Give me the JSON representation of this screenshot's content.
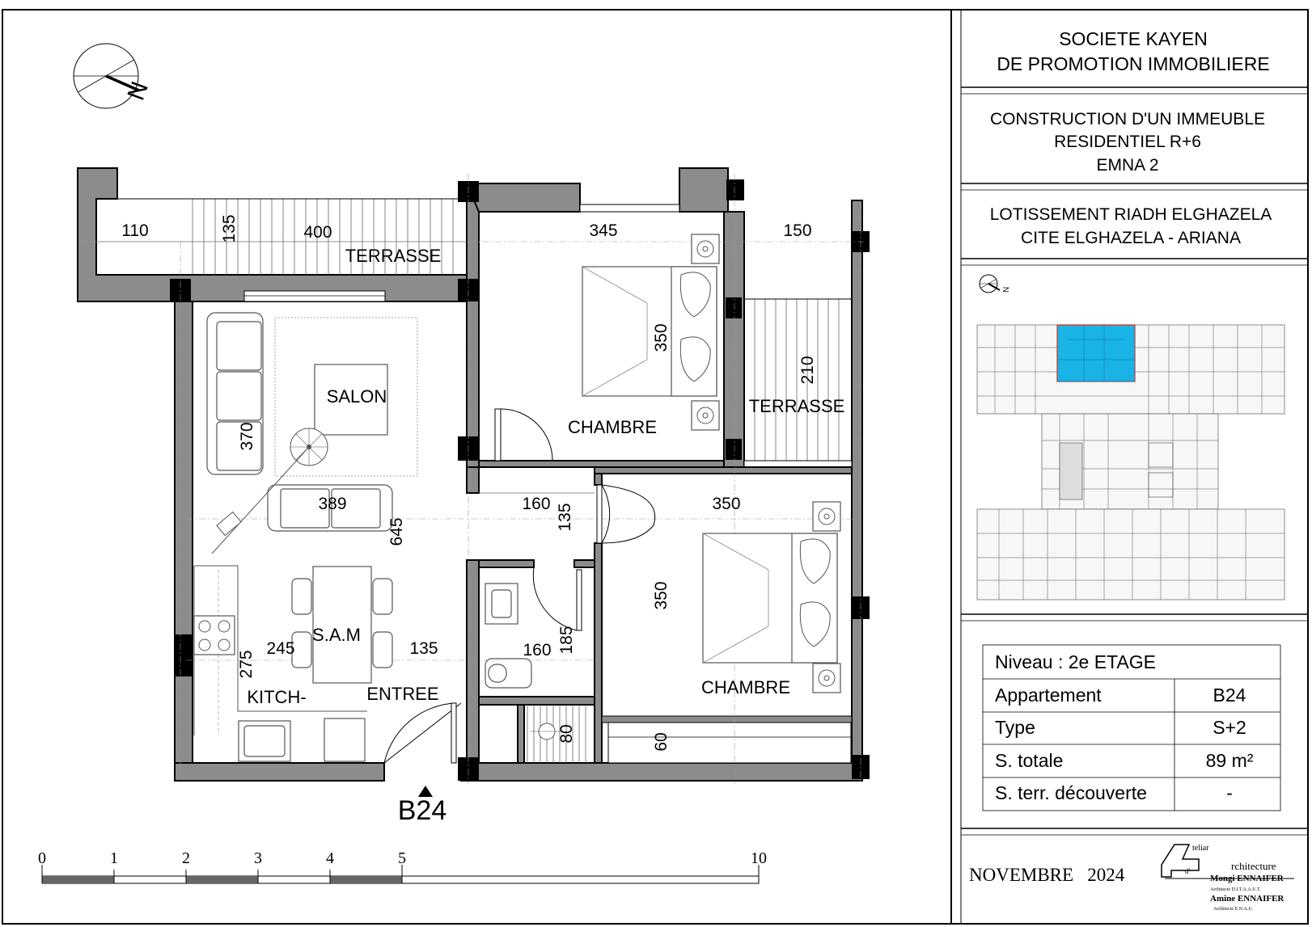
{
  "company": {
    "line1": "SOCIETE KAYEN",
    "line2": "DE PROMOTION IMMOBILIERE"
  },
  "project": {
    "line1": "CONSTRUCTION  D'UN IMMEUBLE",
    "line2": "RESIDENTIEL  R+6",
    "line3": "EMNA  2"
  },
  "location": {
    "line1": "LOTISSEMENT RIADH ELGHAZELA",
    "line2": "CITE ELGHAZELA - ARIANA"
  },
  "north_symbol": "N",
  "apartment_tag": "B24",
  "rooms": {
    "terrasse_top": "TERRASSE",
    "terrasse_right": "TERRASSE",
    "salon": "SALON",
    "chambre_1": "CHAMBRE",
    "chambre_2": "CHAMBRE",
    "sam": "S.A.M",
    "kitchen": "KITCH-",
    "entree": "ENTREE"
  },
  "dimensions": {
    "d110": "110",
    "d135_terr": "135",
    "d400": "400",
    "d345": "345",
    "d150": "150",
    "d350_ch1": "350",
    "d210": "210",
    "d370": "370",
    "d389": "389",
    "d645": "645",
    "d160_hall": "160",
    "d135_hall": "135",
    "d350_ch2w": "350",
    "d350_ch2h": "350",
    "d275": "275",
    "d245": "245",
    "d135_entree": "135",
    "d160_bath": "160",
    "d185": "185",
    "d80": "80",
    "d60": "60"
  },
  "scale_bar": {
    "labels": [
      "0",
      "1",
      "2",
      "3",
      "4",
      "5",
      "10"
    ],
    "values": [
      0,
      1,
      2,
      3,
      4,
      5,
      10
    ]
  },
  "info_table": {
    "rows": [
      {
        "label": "Niveau : 2e ETAGE",
        "value": ""
      },
      {
        "label": "Appartement",
        "value": "B24"
      },
      {
        "label": "Type",
        "value": "S+2"
      },
      {
        "label": "S. totale",
        "value": "89 m²"
      },
      {
        "label": "S. terr. découverte",
        "value": "-"
      }
    ]
  },
  "date": "NOVEMBRE   2024",
  "architect": {
    "logo_letters": [
      "A",
      "teliar",
      "rchitecture",
      "d'"
    ],
    "name1": "Mongi ENNAIFER",
    "title1": "Architecte D.I.T.A.A.U.T.",
    "name2": "Amine ENNAIFER",
    "title2": "Architecte E.N.A.U."
  },
  "colors": {
    "wall": "#8c8c8c",
    "highlight": "#1ab3e6",
    "highlight_border": "#c0392b"
  }
}
